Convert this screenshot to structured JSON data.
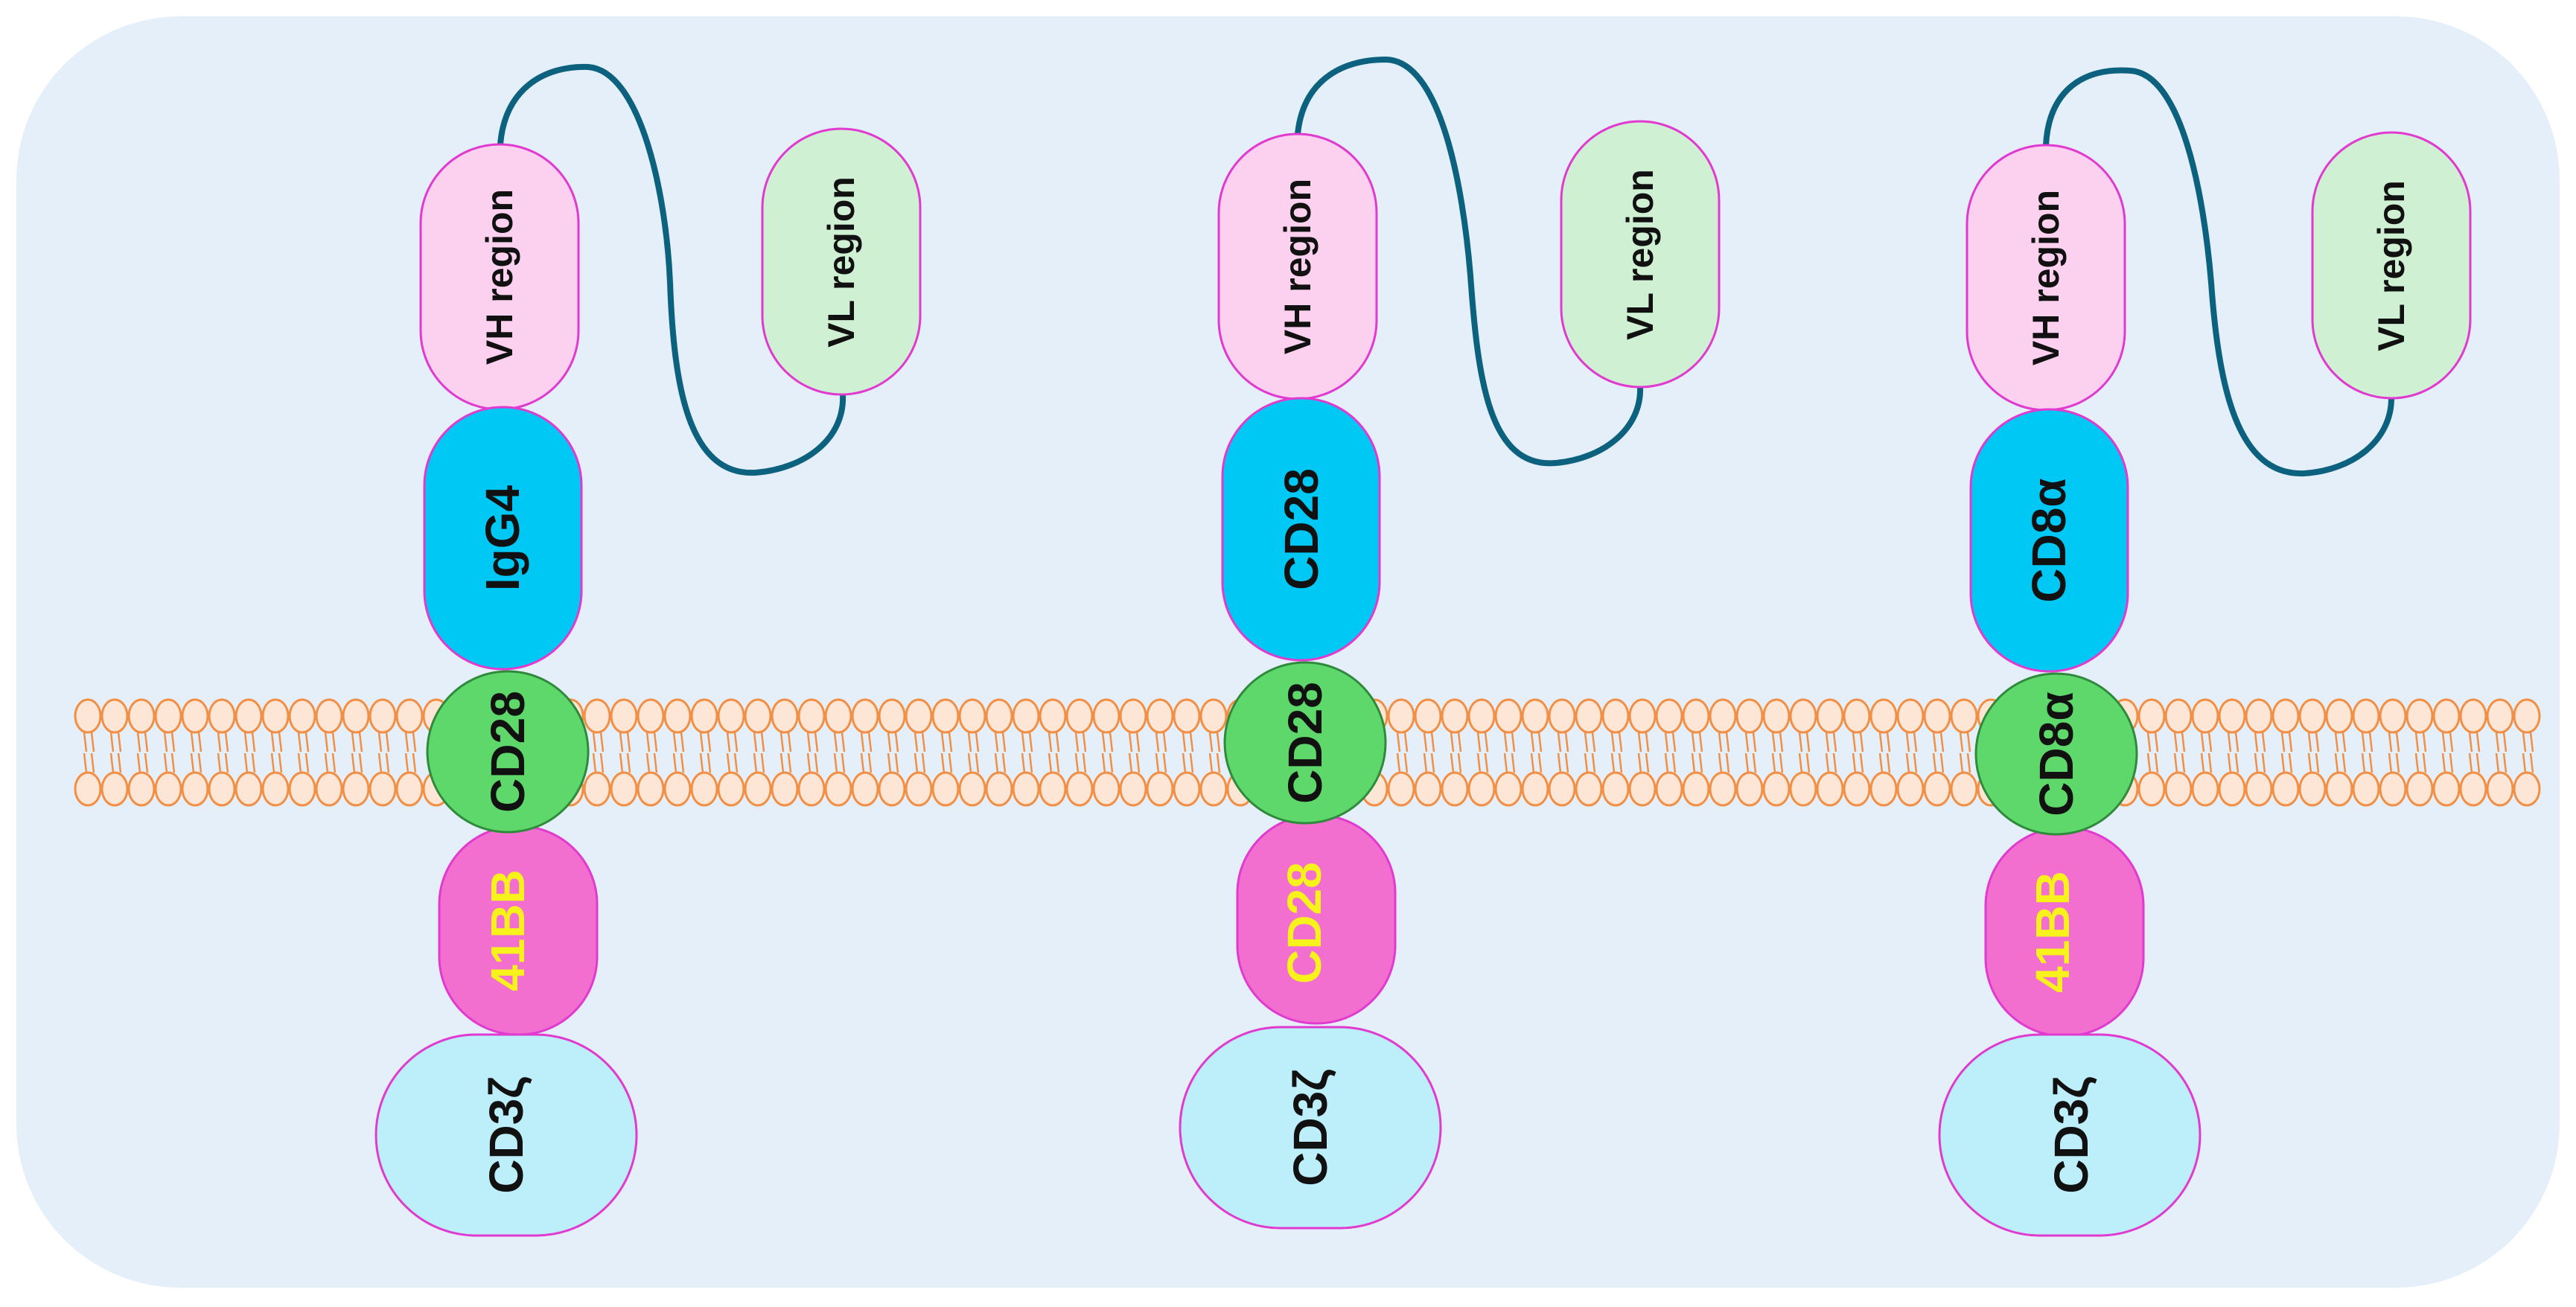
{
  "colors": {
    "background": "#e4eff9",
    "membrane_head_fill": "#fde6d6",
    "membrane_stroke": "#f28f45",
    "outline": "#e03ad0",
    "vh_fill": "#fcd0ef",
    "vl_fill": "#d0f0d4",
    "hinge_fill": "#00c8f5",
    "tm_fill": "#5ed86a",
    "costim_fill": "#f36fcf",
    "costim_text": "#f7f21b",
    "cd3z_fill": "#bdeffa",
    "linker": "#0c627e"
  },
  "constructs": [
    {
      "vh": "VH region",
      "vl": "VL region",
      "hinge": "IgG4",
      "transmembrane": "CD28",
      "costimulatory": "41BB",
      "signaling": "CD3ζ"
    },
    {
      "vh": "VH region",
      "vl": "VL region",
      "hinge": "CD28",
      "transmembrane": "CD28",
      "costimulatory": "CD28",
      "signaling": "CD3ζ"
    },
    {
      "vh": "VH region",
      "vl": "VL region",
      "hinge": "CD8α",
      "transmembrane": "CD8α",
      "costimulatory": "41BB",
      "signaling": "CD3ζ"
    }
  ]
}
